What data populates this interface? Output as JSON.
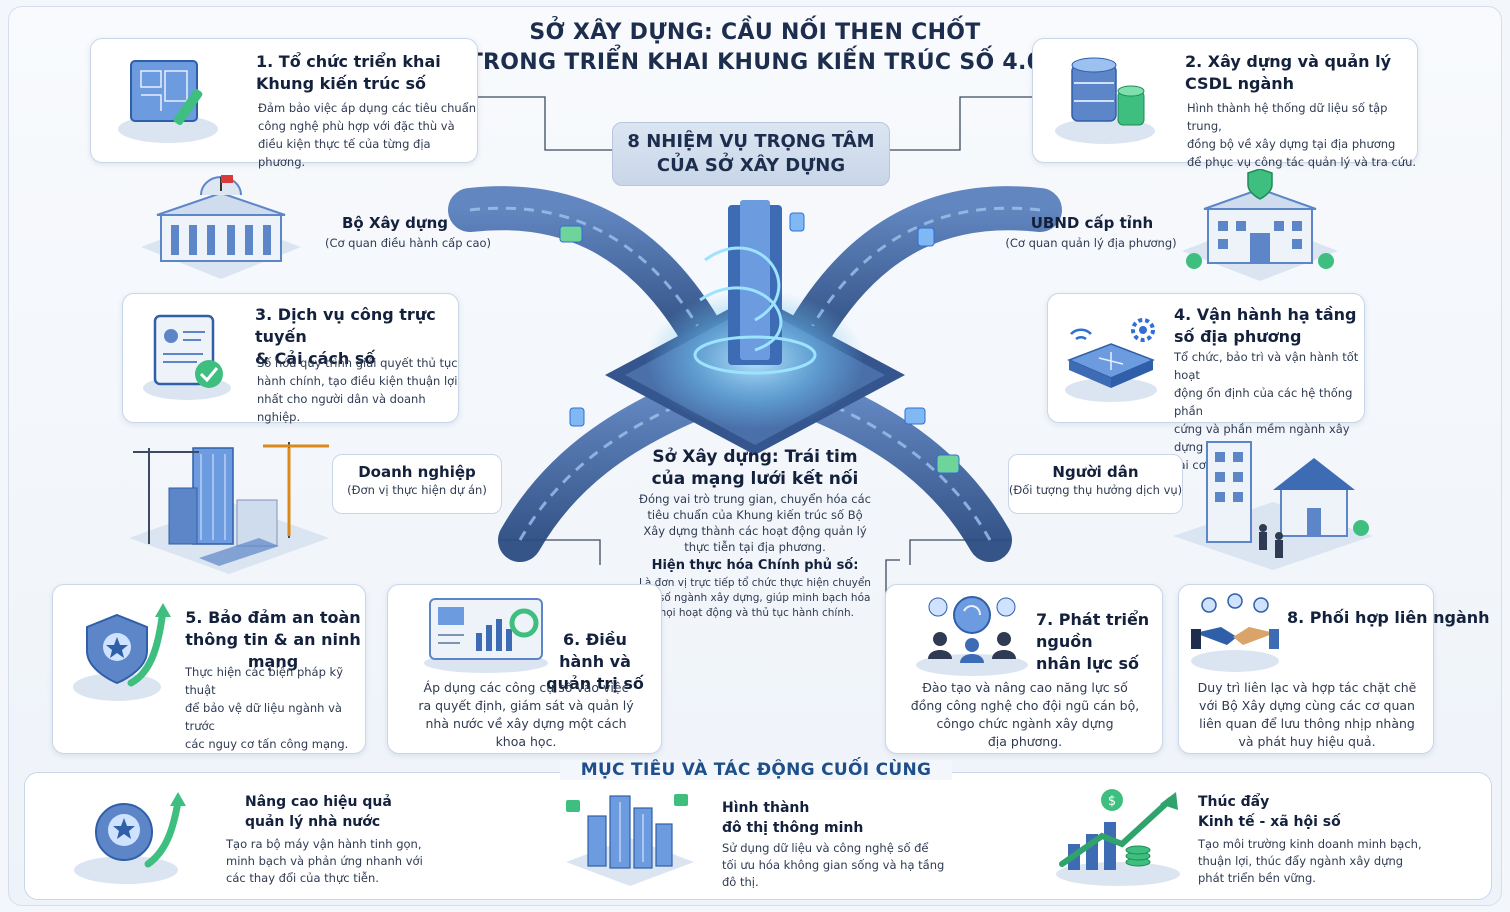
{
  "header": {
    "title_line1": "SỞ XÂY DỰNG: CẦU NỐI THEN CHỐT",
    "title_line2": "TRONG TRIỂN KHAI KHUNG KIẾN TRÚC SỐ 4.0",
    "pill_line1": "8 NHIỆM VỤ TRỌNG TÂM",
    "pill_line2": "CỦA SỞ XÂY DỰNG"
  },
  "tasks": [
    {
      "title1": "1. Tổ chức triển khai",
      "title2": "Khung kiến trúc số",
      "desc": [
        "Đảm bảo việc áp dụng các tiêu chuẩn",
        "công nghệ phù hợp với đặc thù và",
        "điều kiện thực tế của từng địa phương."
      ],
      "icon": "blueprint-icon"
    },
    {
      "title1": "2. Xây dựng và quản lý",
      "title2": "CSDL ngành",
      "desc": [
        "Hình thành hệ thống dữ liệu số tập trung,",
        "đồng bộ về xây dựng tại địa phương",
        "để phục vụ công tác quản lý và tra cứu."
      ],
      "icon": "database-icon"
    },
    {
      "title1": "3. Dịch vụ công trực tuyến",
      "title2": "& Cải cách số",
      "desc": [
        "Số hóa quy trình giải quyết thủ tục",
        "hành chính, tạo điều kiện thuận lợi",
        "nhất cho người dân và doanh nghiệp."
      ],
      "icon": "tablet-check-icon"
    },
    {
      "title1": "4. Vận hành hạ tầng",
      "title2": "số địa phương",
      "desc": [
        "Tổ chức, bảo trì và vận hành tốt hoạt",
        "động ổn định của các hệ thống phần",
        "cứng và phần mềm ngành xây dựng",
        "tại cơ sở."
      ],
      "icon": "network-device-icon"
    },
    {
      "title1": "5. Bảo đảm an toàn",
      "title2": "thông tin & an ninh mạng",
      "desc": [
        "Thực hiện các biện pháp kỹ thuật",
        "để bảo vệ dữ liệu ngành và trước",
        "các nguy cơ tấn công mạng."
      ],
      "icon": "security-shield-icon"
    },
    {
      "title1": "6. Điều hành và",
      "title2": "quản trị số",
      "desc": [
        "Áp dụng các công cụ số vào việc",
        "ra quyết định, giám sát và quản lý",
        "nhà nước về xây dựng một cách",
        "khoa học."
      ],
      "icon": "dashboard-icon"
    },
    {
      "title1": "7. Phát triển nguồn",
      "title2": "nhân lực số",
      "desc": [
        "Đào tạo và nâng cao năng lực số",
        "đồng công nghệ cho đội ngũ cán bộ,",
        "côngo chức ngành xây dựng",
        "địa phương."
      ],
      "icon": "people-training-icon"
    },
    {
      "title1": "8. Phối hợp liên ngành",
      "title2": "",
      "desc": [
        "Duy trì liên lạc và hợp tác chặt chẽ",
        "với Bộ Xây dựng cùng các cơ quan",
        "liên quan để lưu thông nhịp nhàng",
        "và phát huy hiệu quả."
      ],
      "icon": "handshake-icon"
    }
  ],
  "actors": [
    {
      "name": "Bộ Xây dựng",
      "sub": "(Cơ quan điều hành cấp cao)",
      "icon": "ministry-building-icon"
    },
    {
      "name": "UBND cấp tỉnh",
      "sub": "(Cơ quan quản lý địa phương)",
      "icon": "provincial-building-icon"
    },
    {
      "name": "Doanh nghiệp",
      "sub": "(Đơn vị thực hiện dự án)",
      "icon": "construction-site-icon"
    },
    {
      "name": "Người dân",
      "sub": "(Đối tượng thụ hưởng dịch vụ)",
      "icon": "residents-house-icon"
    }
  ],
  "hub": {
    "title1": "Sở Xây dựng: Trái tim",
    "title2": "của mạng lưới kết nối",
    "desc": [
      "Đóng vai trò trung gian, chuyển hóa các",
      "tiêu chuẩn của Khung kiến trúc số Bộ",
      "Xây dựng thành các hoạt động quản lý",
      "thực tiễn tại địa phương."
    ],
    "sub_title": "Hiện thực hóa Chính phủ số:",
    "sub_desc": [
      "Là đơn vị trực tiếp tổ chức thực hiện chuyển",
      "đổi số ngành xây dựng, giúp minh bạch hóa",
      "mọi hoạt động và thủ tục hành chính."
    ]
  },
  "goals": {
    "heading": "MỤC TIÊU VÀ TÁC ĐỘNG CUỐI CÙNG",
    "items": [
      {
        "title1": "Nâng cao hiệu quả",
        "title2": "quản lý nhà nước",
        "desc": [
          "Tạo ra bộ máy vận hành tinh gọn,",
          "minh bạch và phản ứng nhanh với",
          "các thay đổi của thực tiễn."
        ],
        "icon": "emblem-growth-icon"
      },
      {
        "title1": "Hình thành",
        "title2": "đô thị thông minh",
        "desc": [
          "Sử dụng dữ liệu và công nghệ số để",
          "tối ưu hóa không gian sống và hạ tầng",
          "đô thị."
        ],
        "icon": "smart-city-icon"
      },
      {
        "title1": "Thúc đẩy",
        "title2": "Kinh tế - xã hội số",
        "desc": [
          "Tạo môi trường kinh doanh minh bạch,",
          "thuận lợi, thúc đẩy ngành xây dựng",
          "phát triển bền vững."
        ],
        "icon": "growth-chart-icon"
      }
    ]
  },
  "colors": {
    "accent": "#2f6fd6",
    "dark_text": "#14213d",
    "green": "#2fa36b",
    "road": "#3a5d96"
  }
}
